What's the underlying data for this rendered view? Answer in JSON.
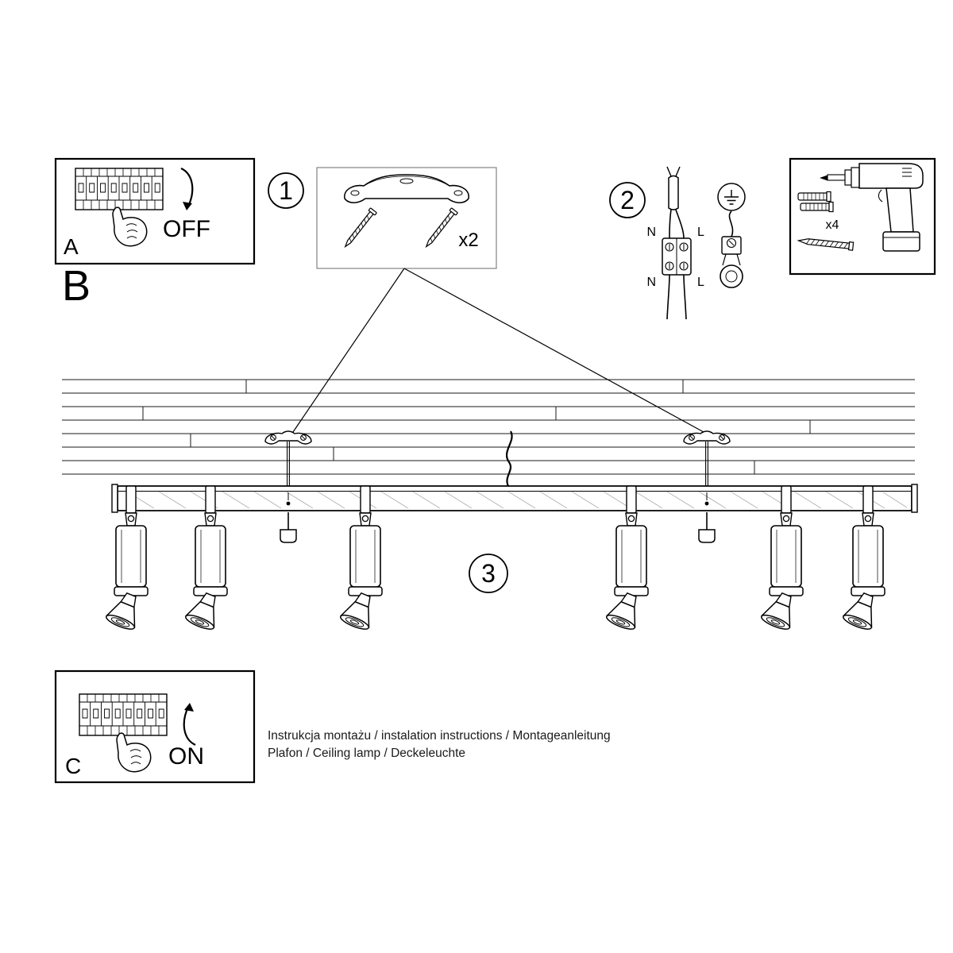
{
  "document": {
    "instructions_line1": "Instrukcja montażu / instalation instructions / Montageanleitung",
    "instructions_line2": "Plafon / Ceiling lamp / Deckeleuchte"
  },
  "sections": {
    "a_label": "A",
    "b_label": "B",
    "c_label": "C",
    "power_off": "OFF",
    "power_on": "ON"
  },
  "steps": {
    "one": "1",
    "two": "2",
    "three": "3"
  },
  "quantities": {
    "brackets": "x2",
    "plugs": "x4"
  },
  "wiring": {
    "n_top": "N",
    "l_top": "L",
    "n_bottom": "N",
    "l_bottom": "L"
  },
  "colors": {
    "ink": "#000000",
    "paper": "#ffffff",
    "light_line": "#999999"
  }
}
